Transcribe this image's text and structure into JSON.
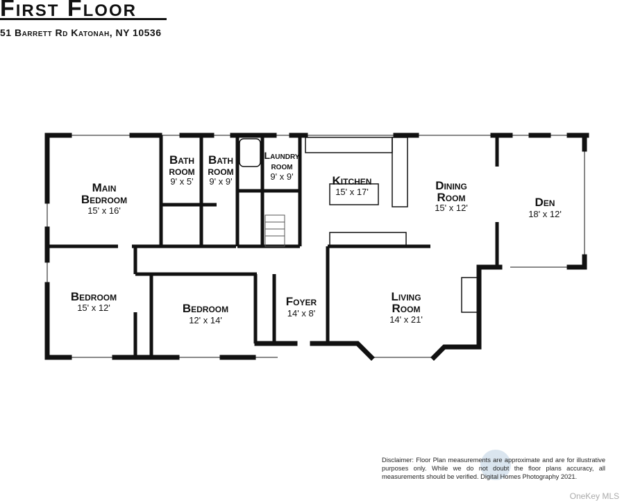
{
  "header": {
    "title": "First Floor",
    "address": "51 Barrett Rd Katonah, NY 10536"
  },
  "rooms": {
    "main_bedroom": {
      "name1": "Main",
      "name2": "Bedroom",
      "dims": "15' x 16'"
    },
    "bath1": {
      "name1": "Bath",
      "name2": "room",
      "dims": "9' x 5'"
    },
    "bath2": {
      "name1": "Bath",
      "name2": "room",
      "dims": "9' x 9'"
    },
    "laundry": {
      "name1": "Laundry",
      "name2": "room",
      "dims": "9' x 9'"
    },
    "kitchen": {
      "name": "Kitchen",
      "dims": "15' x 17'"
    },
    "dining": {
      "name1": "Dining",
      "name2": "Room",
      "dims": "15' x 12'"
    },
    "den": {
      "name": "Den",
      "dims": "18' x 12'"
    },
    "bedroom1": {
      "name": "Bedroom",
      "dims": "15' x 12'"
    },
    "bedroom2": {
      "name": "Bedroom",
      "dims": "12' x 14'"
    },
    "foyer": {
      "name": "Foyer",
      "dims": "14' x 8'"
    },
    "living": {
      "name1": "Living",
      "name2": "Room",
      "dims": "14' x 21'"
    }
  },
  "footer": {
    "disclaimer": "Disclaimer: Floor Plan measurements are approximate and are for illustrative purposes only. While we do not doubt the floor plans accuracy, all measurements should be verified. Digital Homes Photography 2021.",
    "mls": "OneKey MLS"
  }
}
